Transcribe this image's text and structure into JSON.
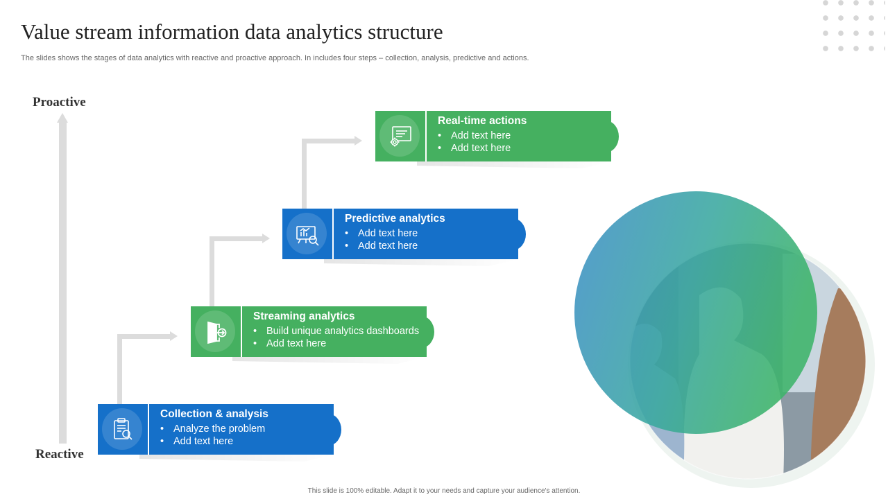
{
  "title": "Value stream information data analytics structure",
  "subtitle": "The slides shows the stages of data analytics with reactive and proactive approach. In includes four steps – collection, analysis, predictive and actions.",
  "axis": {
    "top_label": "Proactive",
    "bottom_label": "Reactive"
  },
  "stages": [
    {
      "title": "Collection & analysis",
      "items": [
        "Analyze the problem",
        "Add text here"
      ],
      "color": "#1570c9",
      "icon": "clipboard-search-icon"
    },
    {
      "title": "Streaming analytics",
      "items": [
        "Build unique analytics dashboards",
        "Add text here"
      ],
      "color": "#45b060",
      "icon": "door-exit-icon"
    },
    {
      "title": "Predictive analytics",
      "items": [
        "Add text here",
        "Add text here"
      ],
      "color": "#1570c9",
      "icon": "chart-magnifier-icon"
    },
    {
      "title": "Real-time actions",
      "items": [
        "Add text here",
        "Add text here"
      ],
      "color": "#45b060",
      "icon": "monitor-gear-icon"
    }
  ],
  "colors": {
    "green": "#45b060",
    "blue": "#1570c9",
    "connector": "#dcdcdc"
  },
  "footer": "This slide is 100% editable. Adapt it to your needs and capture your audience's attention."
}
